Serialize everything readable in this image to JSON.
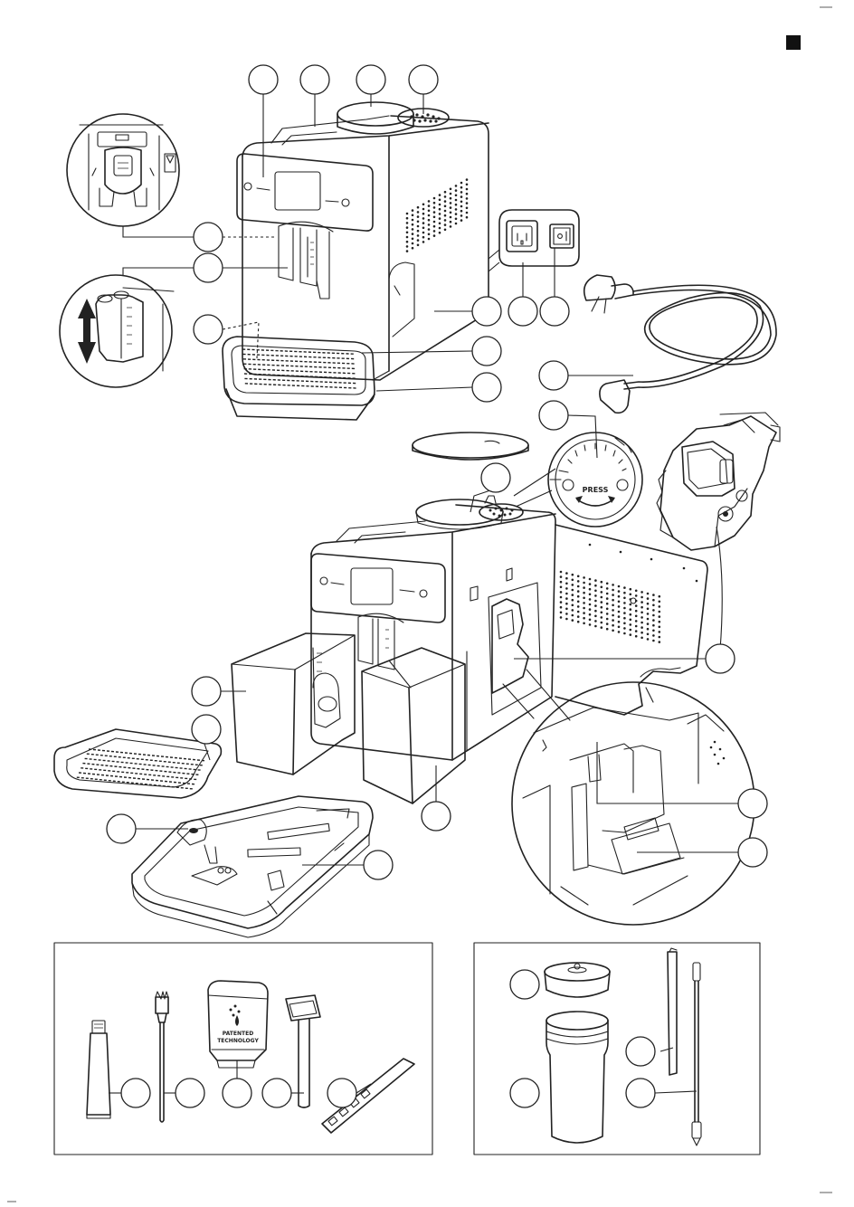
{
  "labels": {
    "press": "PRESS",
    "filter_line1": "PATENTED",
    "filter_line2": "TECHNOLOGY"
  },
  "colors": {
    "line": "#222222",
    "background": "#ffffff",
    "corner_square": "#111111"
  }
}
